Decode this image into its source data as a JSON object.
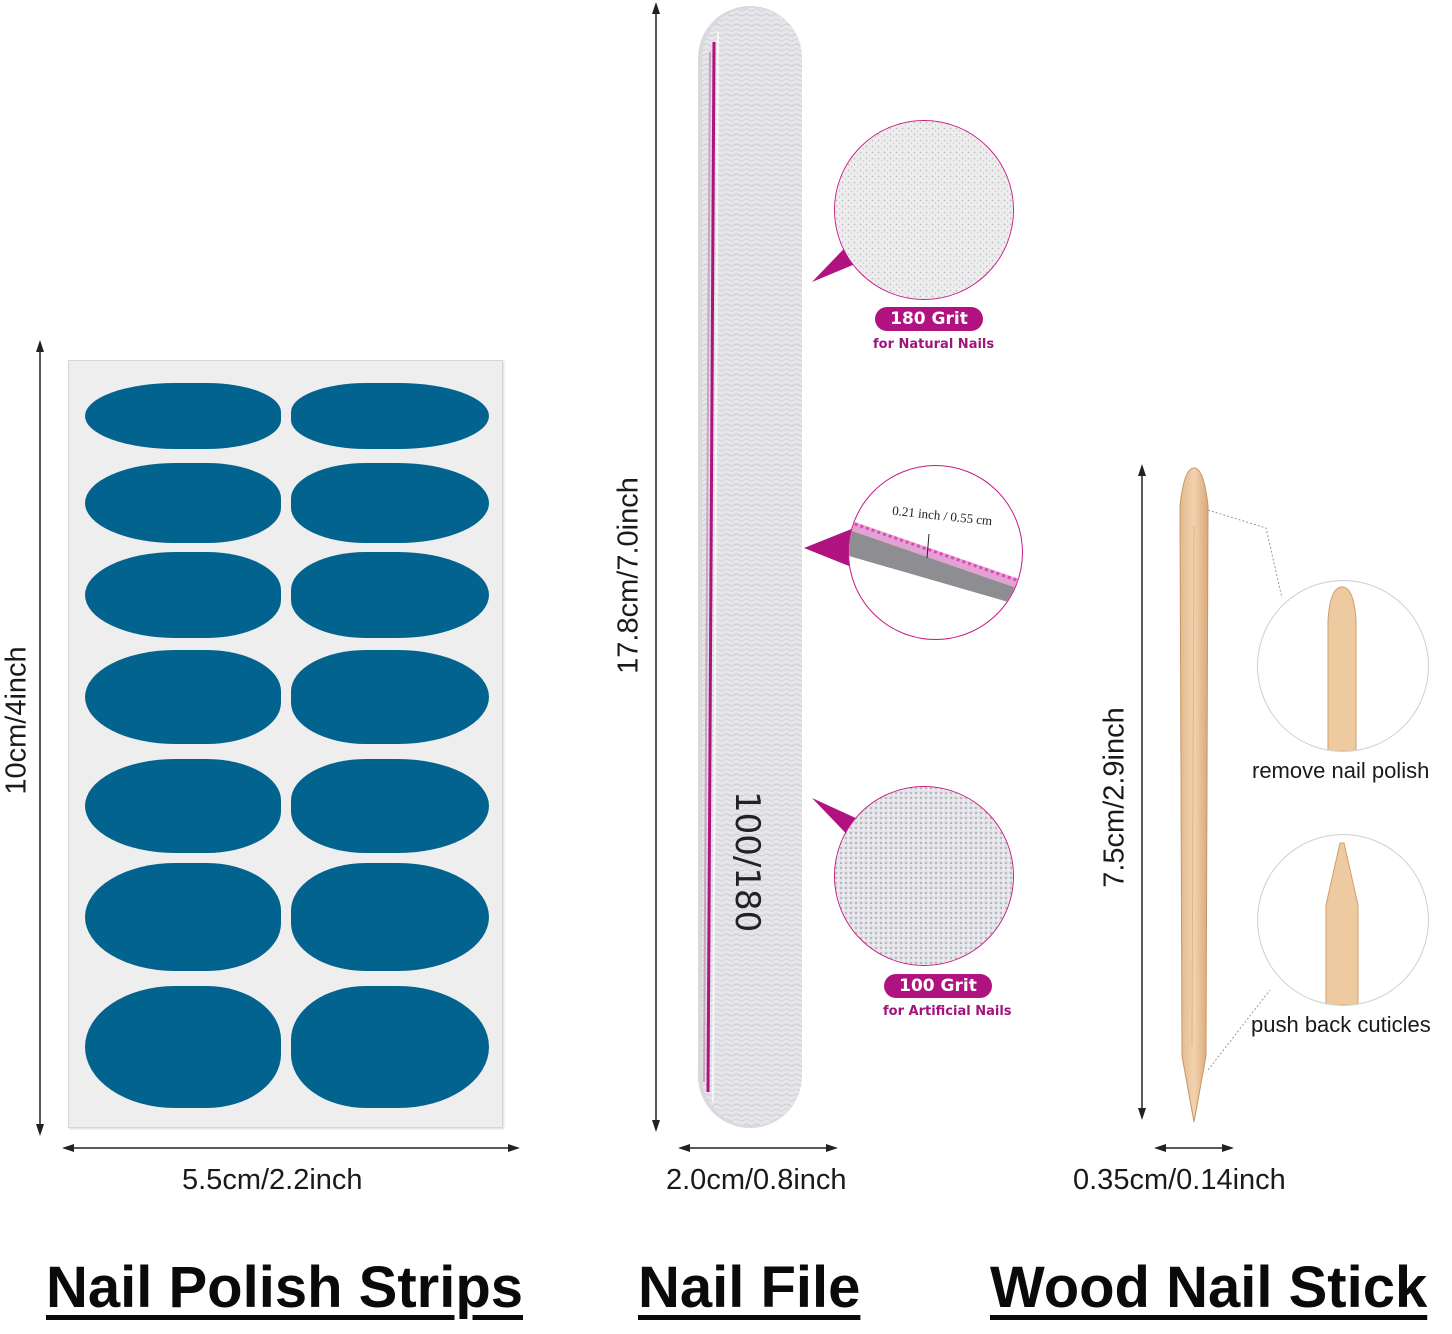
{
  "sections": {
    "strips": {
      "title": "Nail Polish Strips",
      "height_label": "10cm/4inch",
      "width_label": "5.5cm/2.2inch",
      "strip_color": "#02638f"
    },
    "file": {
      "title": "Nail File",
      "length_label": "17.8cm/7.0inch",
      "width_label": "2.0cm/0.8inch",
      "printed_text": "100/180",
      "accent_color": "#b0137f",
      "grit_top": {
        "label": "180 Grit",
        "sub": "for Natural Nails"
      },
      "thickness_label": "0.21 inch / 0.55 cm",
      "grit_bottom": {
        "label": "100 Grit",
        "sub": "for Artificial Nails"
      }
    },
    "stick": {
      "title": "Wood Nail Stick",
      "length_label": "7.5cm/2.9inch",
      "width_label": "0.35cm/0.14inch",
      "callout_top": "remove nail polish",
      "callout_bottom": "push back cuticles"
    }
  }
}
